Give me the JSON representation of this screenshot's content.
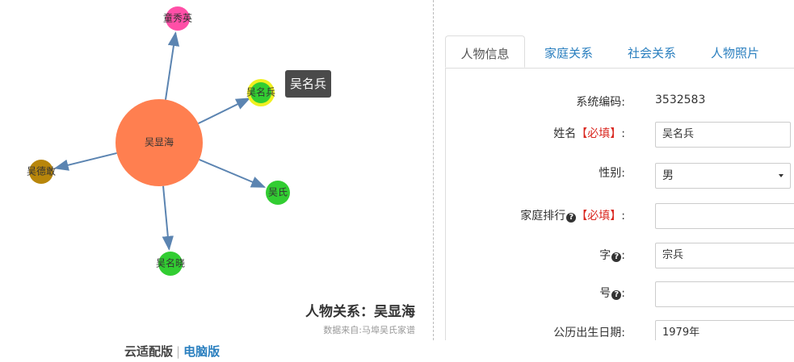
{
  "graph": {
    "nodes": [
      {
        "name": "吴显海",
        "color": "#ff7f50",
        "center": true
      },
      {
        "name": "童秀英",
        "color": "#ff4fa7"
      },
      {
        "name": "吴名兵",
        "color": "#32cd32",
        "highlight": "#f0f020"
      },
      {
        "name": "吴德敢",
        "color": "#b8860b"
      },
      {
        "name": "吴氏",
        "color": "#32cd32"
      },
      {
        "name": "吴名晓",
        "color": "#32cd32"
      }
    ],
    "edge_color": "#5b84b1",
    "tooltip": "吴名兵",
    "title": "人物关系：吴显海",
    "source": "数据来自:马埠吴氏家谱"
  },
  "footer": {
    "current": "云适配版",
    "separator": "|",
    "link": "电脑版"
  },
  "tabs": [
    "人物信息",
    "家庭关系",
    "社会关系",
    "人物照片"
  ],
  "form": {
    "system_code": {
      "label": "系统编码:",
      "value": "3532583"
    },
    "name": {
      "label": "姓名",
      "required": "【必填】",
      "colon": ":",
      "value": "吴名兵"
    },
    "gender": {
      "label": "性别:",
      "value": "男"
    },
    "family_rank": {
      "label": "家庭排行",
      "required": "【必填】",
      "colon": ":",
      "value": ""
    },
    "courtesy_name": {
      "label": "字",
      "colon": ":",
      "value": "宗兵"
    },
    "art_name": {
      "label": "号",
      "colon": ":",
      "value": ""
    },
    "birth_date": {
      "label": "公历出生日期:",
      "value": "1979年"
    }
  }
}
